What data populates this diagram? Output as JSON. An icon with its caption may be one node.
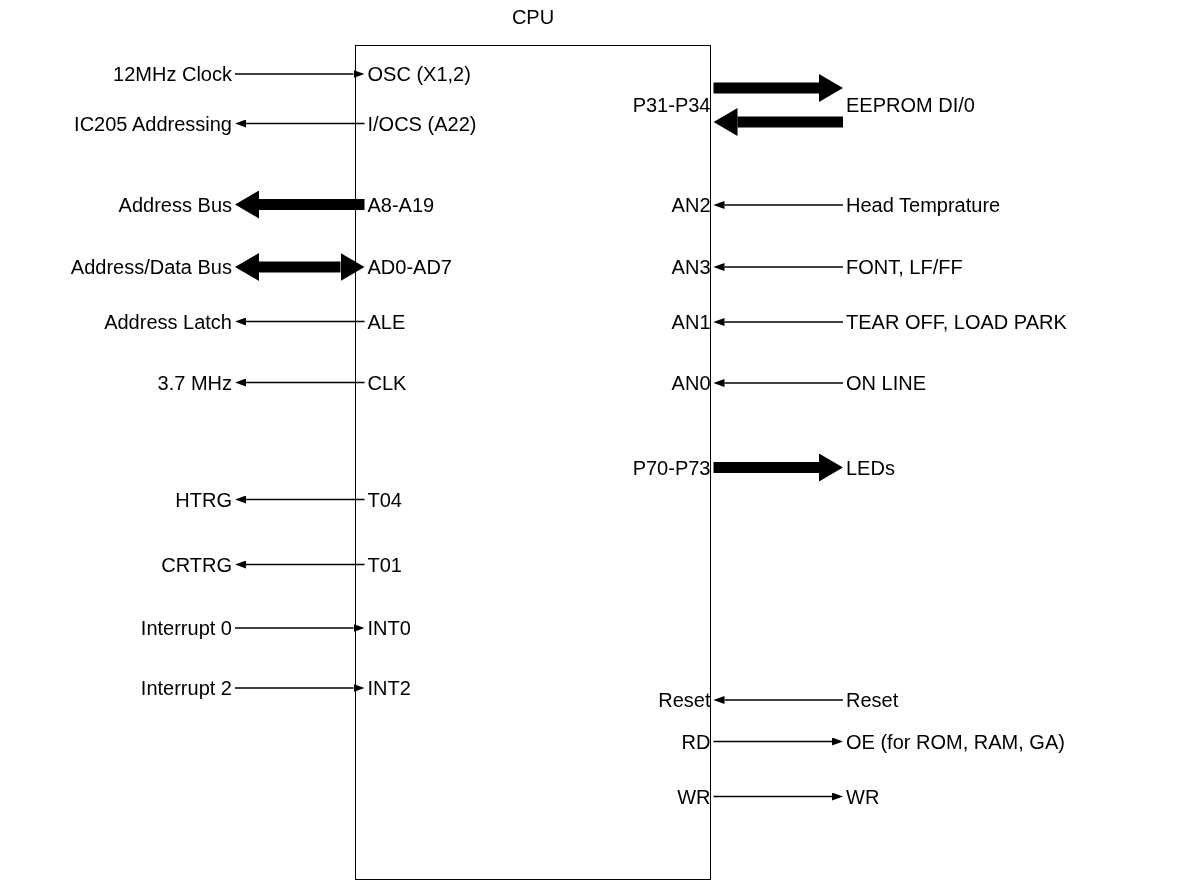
{
  "diagram": {
    "nodes": [
      {
        "text": [
          "CPU"
        ]
      },
      {
        "text": [
          "OSC (X1,2)"
        ],
        "in": 0
      },
      {
        "text": [
          "I/OCS (A22)"
        ],
        "in": 0
      },
      {
        "text": [
          "A8-A19"
        ],
        "in": 0
      },
      {
        "text": [
          "AD0-AD7"
        ],
        "in": 0
      },
      {
        "text": [
          "ALE"
        ],
        "in": 0
      },
      {
        "text": [
          "CLK"
        ],
        "in": 0
      },
      {
        "text": [
          "T04"
        ],
        "in": 0
      },
      {
        "text": [
          "T01"
        ],
        "in": 0
      },
      {
        "text": [
          "INT0"
        ],
        "in": 0
      },
      {
        "text": [
          "INT2"
        ],
        "in": 0
      },
      {
        "text": [
          "P31-P34"
        ],
        "in": 0
      },
      {
        "text": [
          "AN2"
        ],
        "in": 0
      },
      {
        "text": [
          "AN3"
        ],
        "in": 0
      },
      {
        "text": [
          "AN1"
        ],
        "in": 0
      },
      {
        "text": [
          "AN0"
        ],
        "in": 0
      },
      {
        "text": [
          "P70-P73"
        ],
        "in": 0
      },
      {
        "text": [
          "Reset"
        ],
        "in": 0
      },
      {
        "text": [
          "RD"
        ],
        "in": 0
      },
      {
        "text": [
          "WR"
        ],
        "in": 0
      },
      {
        "text": [
          "12MHz Clock"
        ]
      },
      {
        "text": [
          "IC205 Addressing"
        ]
      },
      {
        "text": [
          "Address Bus"
        ]
      },
      {
        "text": [
          "Address/Data Bus"
        ]
      },
      {
        "text": [
          "Address Latch"
        ]
      },
      {
        "text": [
          "3.7 MHz"
        ]
      },
      {
        "text": [
          "HTRG"
        ]
      },
      {
        "text": [
          "CRTRG"
        ]
      },
      {
        "text": [
          "Interrupt 0"
        ]
      },
      {
        "text": [
          "Interrupt 2"
        ]
      },
      {
        "text": [
          "EEPROM DI/0"
        ]
      },
      {
        "text": [
          "Head Temprature"
        ]
      },
      {
        "text": [
          "FONT, LF/FF"
        ]
      },
      {
        "text": [
          "TEAR OFF, LOAD PARK"
        ]
      },
      {
        "text": [
          "ON LINE"
        ]
      },
      {
        "text": [
          "LEDs"
        ]
      },
      {
        "text": [
          "Reset"
        ]
      },
      {
        "text": [
          "OE (for ROM, RAM, GA)"
        ]
      },
      {
        "text": [
          "WR"
        ]
      }
    ],
    "edges": [
      {
        "from": 20,
        "to": 1,
        "arrow": "to"
      },
      {
        "from": 2,
        "to": 21,
        "arrow": "to"
      },
      {
        "from": 3,
        "to": 22,
        "arrow": "to",
        "style": "thick"
      },
      {
        "from": 23,
        "to": 4,
        "arrow": "both",
        "style": "thick"
      },
      {
        "from": 5,
        "to": 24,
        "arrow": "to"
      },
      {
        "from": 6,
        "to": 25,
        "arrow": "to"
      },
      {
        "from": 7,
        "to": 26,
        "arrow": "to"
      },
      {
        "from": 8,
        "to": 27,
        "arrow": "to"
      },
      {
        "from": 28,
        "to": 9,
        "arrow": "to"
      },
      {
        "from": 29,
        "to": 10,
        "arrow": "to"
      },
      {
        "from": 11,
        "to": 30,
        "arrow": "to",
        "style": "thick"
      },
      {
        "from": 30,
        "to": 11,
        "arrow": "to",
        "style": "thick"
      },
      {
        "from": 31,
        "to": 12,
        "arrow": "to"
      },
      {
        "from": 32,
        "to": 13,
        "arrow": "to"
      },
      {
        "from": 33,
        "to": 14,
        "arrow": "to"
      },
      {
        "from": 34,
        "to": 15,
        "arrow": "to"
      },
      {
        "from": 16,
        "to": 35,
        "arrow": "to",
        "style": "thick"
      },
      {
        "from": 36,
        "to": 17,
        "arrow": "to"
      },
      {
        "from": 18,
        "to": 37,
        "arrow": "to"
      },
      {
        "from": 19,
        "to": 38,
        "arrow": "to"
      }
    ]
  }
}
